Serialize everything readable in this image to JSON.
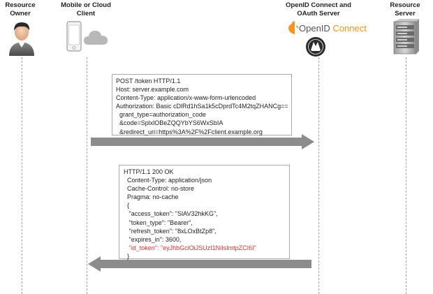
{
  "actors": [
    {
      "id": "owner",
      "lines": [
        "Resource",
        "Owner"
      ]
    },
    {
      "id": "client",
      "lines": [
        "Mobile or Cloud",
        "Client"
      ]
    },
    {
      "id": "oauth",
      "lines": [
        "OpenID Connect and",
        "OAuth Server"
      ]
    },
    {
      "id": "resource",
      "lines": [
        "Resource",
        "Server"
      ]
    }
  ],
  "logos": {
    "openid_part1": "OpenID",
    "openid_part2": "Connect",
    "brand_orange": "#f7931e"
  },
  "icons": {
    "owner": "user-avatar-icon",
    "client_device": "smartphone-icon",
    "client_cloud": "cloud-icon",
    "oauth_seal": "server-seal-icon",
    "resource": "server-rack-icon"
  },
  "messages": [
    {
      "id": "request",
      "direction": "right",
      "lines": [
        "POST /token HTTP/1.1",
        "Host: server.example.com",
        "Content-Type: application/x-www-form-urlencoded",
        "Authorization: Basic cDlRd1hSa1k5cDprdTc4M2tqZHANCg==",
        "  grant_type=authorization_code",
        "  &code=SplxlOBeZQQYbYS6WxSbIA",
        "  &redirect_uri=https%3A%2F%2Fclient.example.org"
      ]
    },
    {
      "id": "response",
      "direction": "left",
      "lines": [
        "HTTP/1.1 200 OK",
        "  Content-Type: application/json",
        "  Cache-Control: no-store",
        "  Pragma: no-cache",
        "  {",
        "   \"access_token\": \"SlAV32hkKG\",",
        "   \"token_type\": \"Bearer\",",
        "   \"refresh_token\": \"8xLOxBtZp8\",",
        "   \"expires_in\": 3600,",
        "   \"id_token\": \"eyJhbGciOiJSUzI1NiIsImtpZCI6I\"",
        "  }"
      ],
      "highlight_line": 9,
      "highlight_color": "#e03030"
    }
  ]
}
